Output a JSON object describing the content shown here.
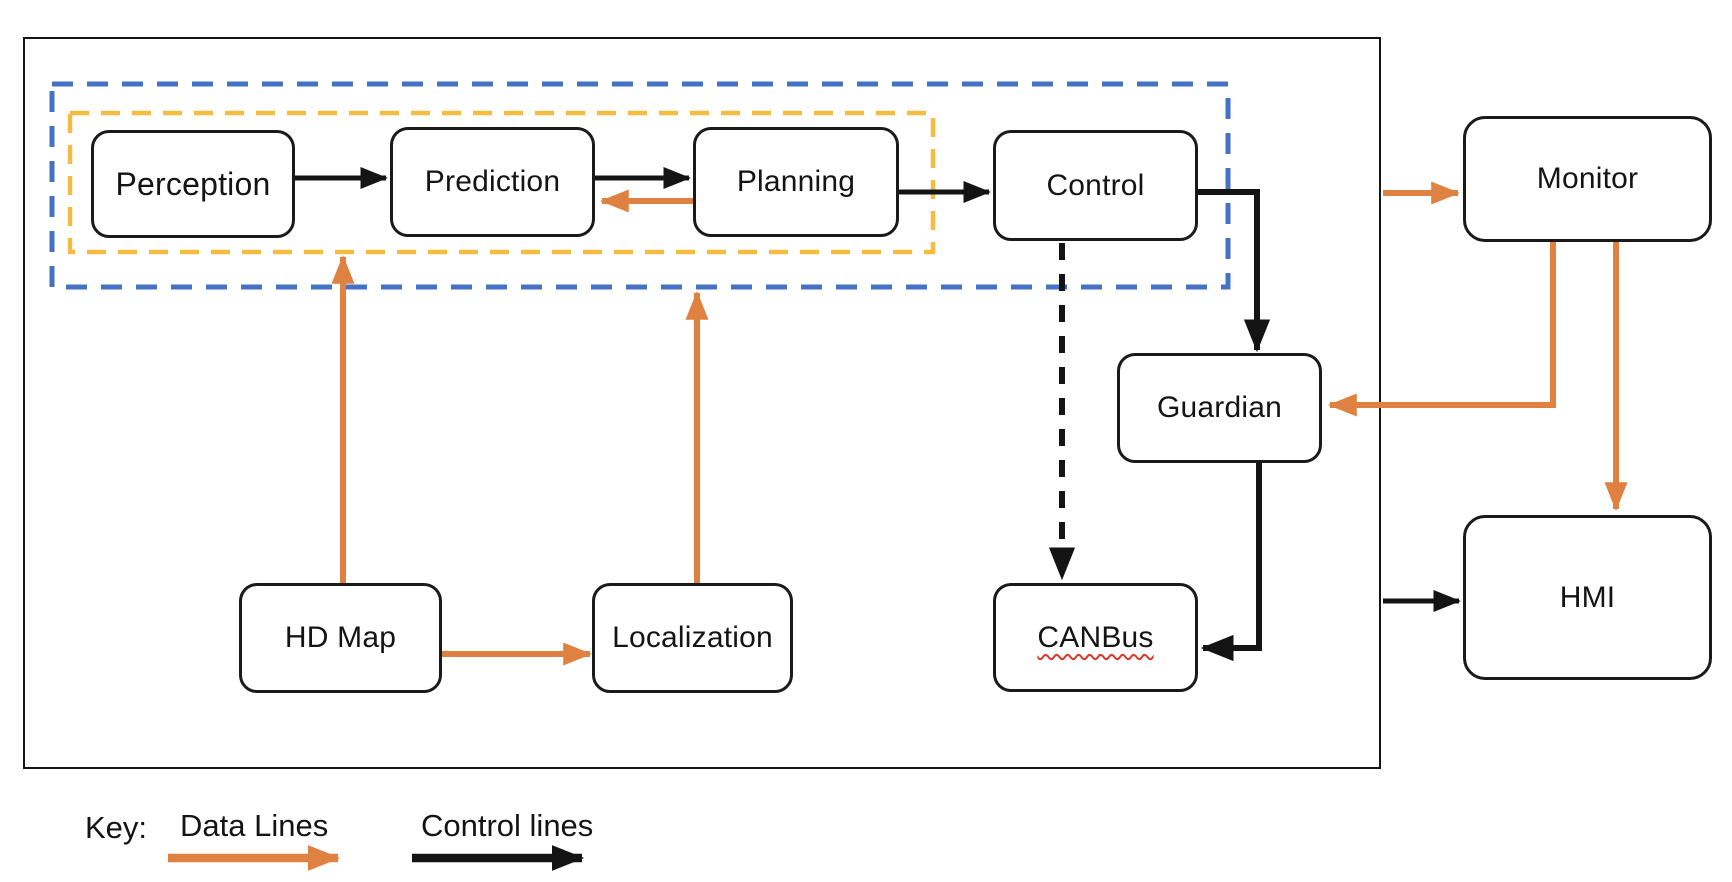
{
  "nodes": {
    "perception": {
      "label": "Perception"
    },
    "prediction": {
      "label": "Prediction"
    },
    "planning": {
      "label": "Planning"
    },
    "control": {
      "label": "Control"
    },
    "monitor": {
      "label": "Monitor"
    },
    "guardian": {
      "label": "Guardian"
    },
    "hd_map": {
      "label": "HD Map"
    },
    "localization": {
      "label": "Localization"
    },
    "canbus": {
      "label": "CANBus"
    },
    "hmi": {
      "label": "HMI"
    }
  },
  "key": {
    "title": "Key:",
    "data_lines_label": "Data Lines",
    "control_lines_label": "Control lines"
  },
  "colors": {
    "data_line": "#DF8140",
    "control_line": "#141414",
    "outer_group_dash": "#4472C4",
    "inner_group_dash": "#F5BC42",
    "node_border": "#1A1A1A",
    "spellcheck_underline": "#D93A2B"
  },
  "edges": [
    {
      "from": "Perception",
      "to": "Prediction",
      "type": "control"
    },
    {
      "from": "Prediction",
      "to": "Planning",
      "type": "control"
    },
    {
      "from": "Planning",
      "to": "Prediction",
      "type": "data"
    },
    {
      "from": "Planning",
      "to": "Control",
      "type": "control"
    },
    {
      "from": "Control",
      "to": "Guardian",
      "type": "control"
    },
    {
      "from": "Control",
      "to": "CANBus",
      "type": "control-dashed"
    },
    {
      "from": "Guardian",
      "to": "CANBus",
      "type": "control"
    },
    {
      "from": "system-boundary",
      "to": "Monitor",
      "type": "data"
    },
    {
      "from": "Monitor",
      "to": "Guardian",
      "type": "data"
    },
    {
      "from": "Monitor",
      "to": "HMI",
      "type": "data"
    },
    {
      "from": "system-boundary",
      "to": "HMI",
      "type": "control"
    },
    {
      "from": "HD Map",
      "to": "inner-dashed-group",
      "type": "data"
    },
    {
      "from": "HD Map",
      "to": "Localization",
      "type": "data"
    },
    {
      "from": "Localization",
      "to": "outer-dashed-group",
      "type": "data"
    }
  ]
}
